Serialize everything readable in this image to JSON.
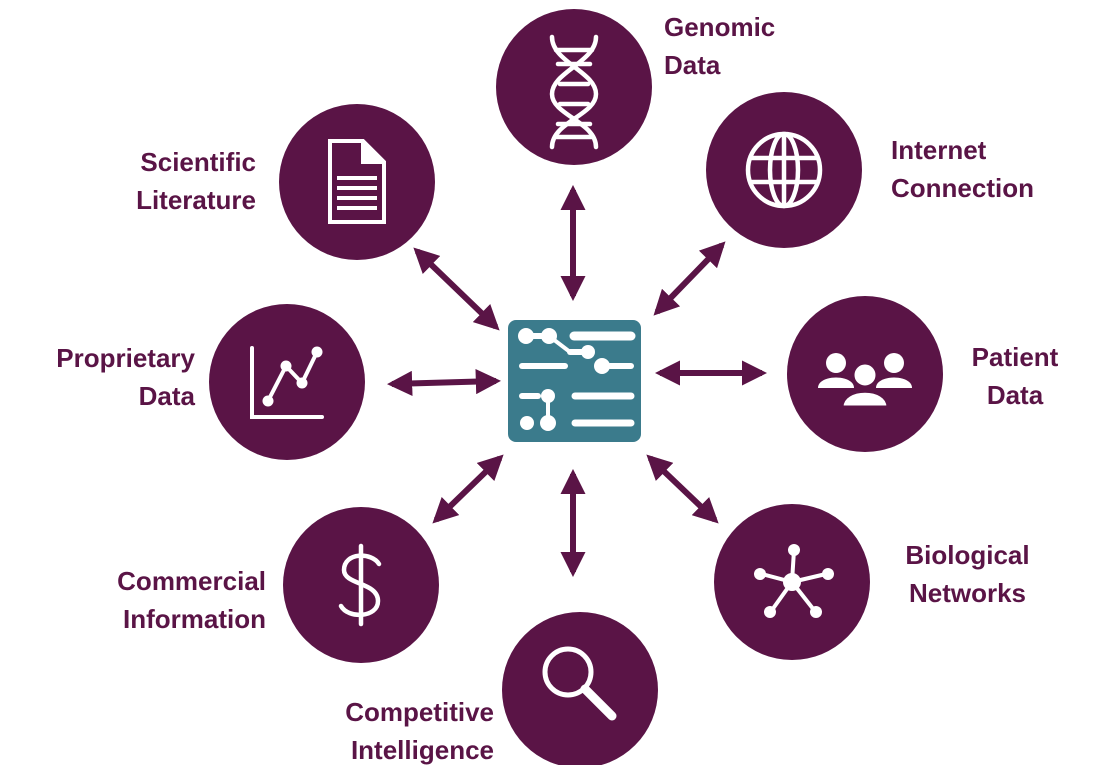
{
  "colors": {
    "node_fill": "#5a1446",
    "hub_fill": "#3b7b8c",
    "arrow": "#5a1446",
    "icon_stroke": "#ffffff",
    "label_text": "#5a1446"
  },
  "hub": {
    "icon": "data-integration-icon"
  },
  "nodes": [
    {
      "id": "genomic",
      "icon": "dna-icon",
      "label": [
        "Genomic",
        "Data"
      ]
    },
    {
      "id": "internet",
      "icon": "globe-icon",
      "label": [
        "Internet",
        "Connection"
      ]
    },
    {
      "id": "patient",
      "icon": "people-icon",
      "label": [
        "Patient",
        "Data"
      ]
    },
    {
      "id": "biological",
      "icon": "network-icon",
      "label": [
        "Biological",
        "Networks"
      ]
    },
    {
      "id": "competitive",
      "icon": "magnifier-icon",
      "label": [
        "Competitive",
        "Intelligence"
      ]
    },
    {
      "id": "commercial",
      "icon": "dollar-icon",
      "label": [
        "Commercial",
        "Information"
      ]
    },
    {
      "id": "proprietary",
      "icon": "line-chart-icon",
      "label": [
        "Proprietary",
        "Data"
      ]
    },
    {
      "id": "scientific",
      "icon": "document-icon",
      "label": [
        "Scientific",
        "Literature"
      ]
    }
  ]
}
